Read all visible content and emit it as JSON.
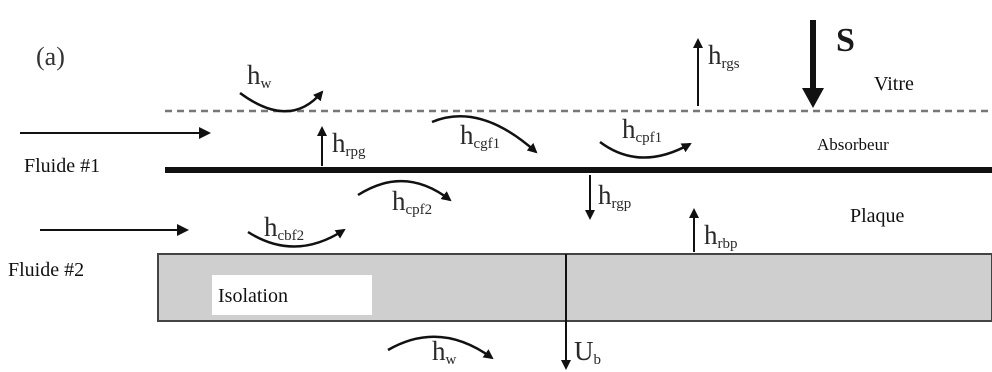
{
  "panel_label": "(a)",
  "solar_label": "S",
  "layers": {
    "glass": "Vitre",
    "absorber": "Absorbeur",
    "plate": "Plaque",
    "insulation": "Isolation"
  },
  "fluids": {
    "fluid1": "Fluide #1",
    "fluid2": "Fluide #2"
  },
  "coefficients": {
    "hw_top": {
      "base": "h",
      "sub": "w"
    },
    "hrgs": {
      "base": "h",
      "sub": "rgs"
    },
    "hrpg": {
      "base": "h",
      "sub": "rpg"
    },
    "hcgf1": {
      "base": "h",
      "sub": "cgf1"
    },
    "hcpf1": {
      "base": "h",
      "sub": "cpf1"
    },
    "hcpf2": {
      "base": "h",
      "sub": "cpf2"
    },
    "hrgp": {
      "base": "h",
      "sub": "rgp"
    },
    "hcbf2": {
      "base": "h",
      "sub": "cbf2"
    },
    "hrbp": {
      "base": "h",
      "sub": "rbp"
    },
    "hw_bottom": {
      "base": "h",
      "sub": "w"
    },
    "ub": {
      "base": "U",
      "sub": "b"
    }
  }
}
